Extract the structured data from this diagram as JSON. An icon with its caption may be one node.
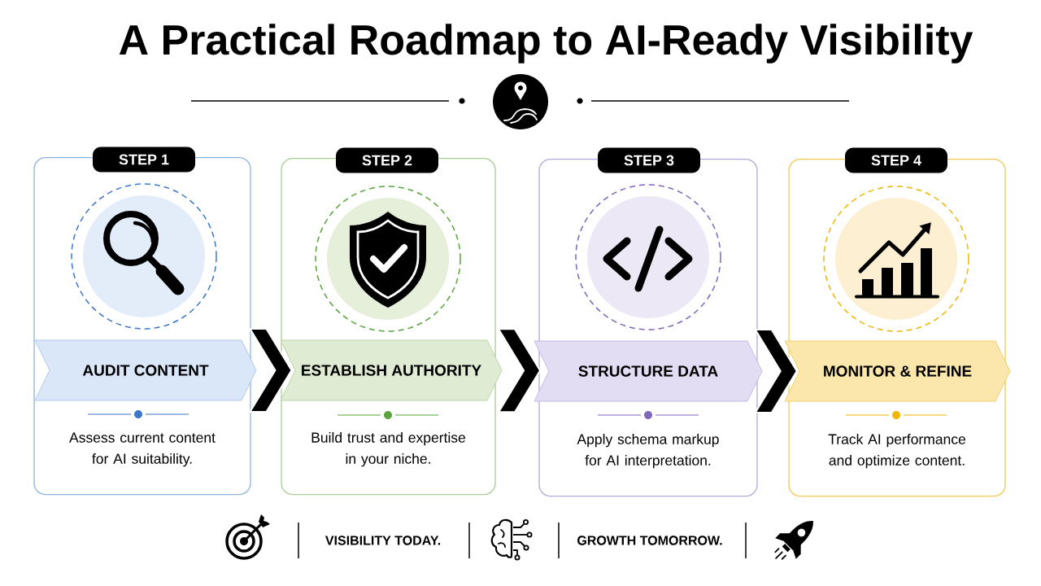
{
  "diagram": {
    "title": "A Practical Roadmap to AI-Ready Visibility",
    "nodes": [
      {
        "text": [
          "STEP 1"
        ]
      },
      {
        "text": [
          "Assess current content for AI suitability."
        ]
      },
      {
        "text": [
          "AUDIT CONTENT"
        ],
        "in": 1
      },
      {
        "text": [
          "STEP 2"
        ]
      },
      {
        "text": [
          "Build trust and expertise in your niche."
        ]
      },
      {
        "text": [
          "ESTABLISH AUTHORITY"
        ],
        "in": 4
      },
      {
        "text": [
          "STEP 3"
        ]
      },
      {
        "text": [
          "Apply schema markup for AI interpretation."
        ]
      },
      {
        "text": [
          "STRUCTURE DATA"
        ],
        "in": 7
      },
      {
        "text": [
          "STEP 4"
        ]
      },
      {
        "text": [
          "Track AI performance and optimize content."
        ]
      },
      {
        "text": [
          "MONITOR & REFINE"
        ],
        "in": 10
      }
    ],
    "edges": [
      {
        "from": 2,
        "to": 5,
        "arrow": "to"
      },
      {
        "from": 5,
        "to": 8,
        "arrow": "to"
      },
      {
        "from": 8,
        "to": 11,
        "arrow": "to"
      }
    ],
    "labels": [
      "VISIBILITY TODAY.",
      "GROWTH TOMORROW."
    ]
  }
}
